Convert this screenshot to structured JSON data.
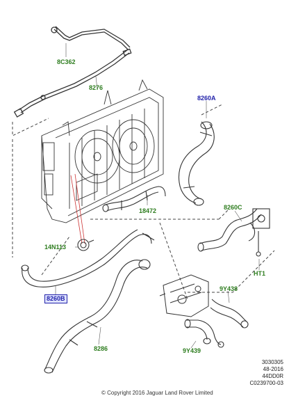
{
  "callouts": {
    "c8C362": "8C362",
    "c8276": "8276",
    "c8260A": "8260A",
    "c18472": "18472",
    "c8260C": "8260C",
    "c14N113": "14N113",
    "cHT1": "HT1",
    "c8260B": "8260B",
    "c9Y438": "9Y438",
    "c8286": "8286",
    "c9Y439": "9Y439"
  },
  "reference": {
    "line1": "3030305",
    "line2": "48-2016",
    "line3": "44DD0R",
    "line4": "C0239700-03"
  },
  "copyright": "© Copyright 2016 Jaguar Land Rover Limited",
  "colors": {
    "green_label": "#2e7d1f",
    "blue_label": "#2222aa",
    "highlight_box": "#dfe3ff",
    "red_guide": "#cc3333",
    "line_art": "#333333"
  }
}
